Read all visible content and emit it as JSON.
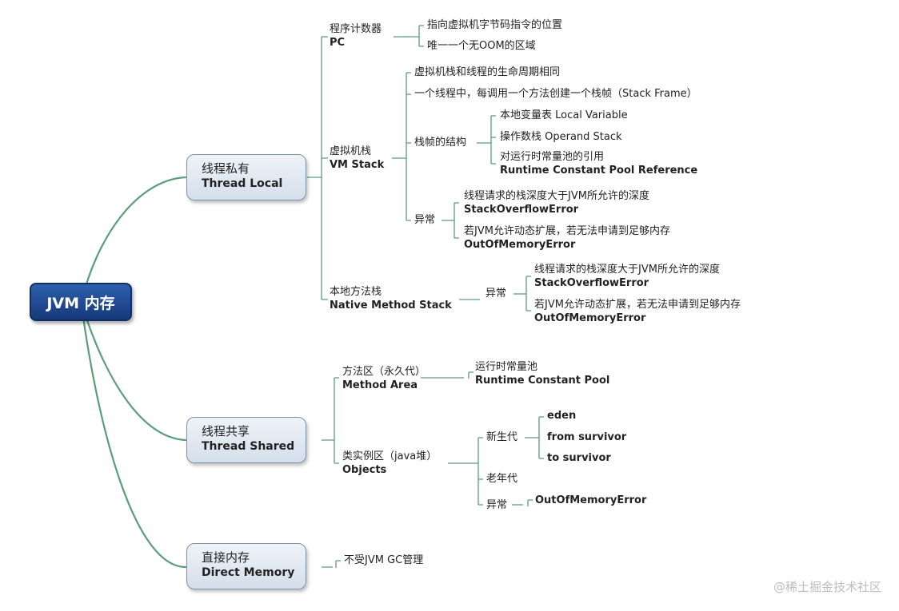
{
  "root": {
    "label": "JVM 内存"
  },
  "thread_local": {
    "zh": "线程私有",
    "en": "Thread Local",
    "pc": {
      "zh": "程序计数器",
      "en": "PC",
      "items": [
        "指向虚拟机字节码指令的位置",
        "唯一一个无OOM的区域"
      ]
    },
    "vm_stack": {
      "zh": "虚拟机栈",
      "en": "VM Stack",
      "items": [
        "虚拟机栈和线程的生命周期相同",
        "一个线程中，每调用一个方法创建一个栈帧（Stack Frame）"
      ],
      "frame": {
        "label": "栈帧的结构",
        "local_var": "本地变量表 Local Variable",
        "operand": "操作数栈 Operand Stack",
        "pool_ref_zh": "对运行时常量池的引用",
        "pool_ref_en": "Runtime Constant Pool Reference"
      },
      "exception": {
        "label": "异常",
        "e1_zh": "线程请求的栈深度大于JVM所允许的深度",
        "e1_en": "StackOverflowError",
        "e2_zh": "若JVM允许动态扩展，若无法申请到足够内存",
        "e2_en": "OutOfMemoryError"
      }
    },
    "native": {
      "zh": "本地方法栈",
      "en": "Native Method Stack",
      "exception": {
        "label": "异常",
        "e1_zh": "线程请求的栈深度大于JVM所允许的深度",
        "e1_en": "StackOverflowError",
        "e2_zh": "若JVM允许动态扩展，若无法申请到足够内存",
        "e2_en": "OutOfMemoryError"
      }
    }
  },
  "thread_shared": {
    "zh": "线程共享",
    "en": "Thread Shared",
    "method_area": {
      "zh": "方法区（永久代）",
      "en": "Method Area",
      "pool_zh": "运行时常量池",
      "pool_en": "Runtime Constant Pool"
    },
    "objects": {
      "zh": "类实例区（java堆）",
      "en": "Objects",
      "young": {
        "label": "新生代",
        "items": [
          "eden",
          "from survivor",
          "to survivor"
        ]
      },
      "old": "老年代",
      "exception": {
        "label": "异常",
        "error": "OutOfMemoryError"
      }
    }
  },
  "direct": {
    "zh": "直接内存",
    "en": "Direct Memory",
    "note": "不受JVM GC管理"
  },
  "watermark": "@稀土掘金技术社区",
  "colors": {
    "branch": "#5a9e78",
    "bracket": "#4f8f6a",
    "root_fill": "#1f4a94",
    "node_fill": "#dde6ef"
  }
}
